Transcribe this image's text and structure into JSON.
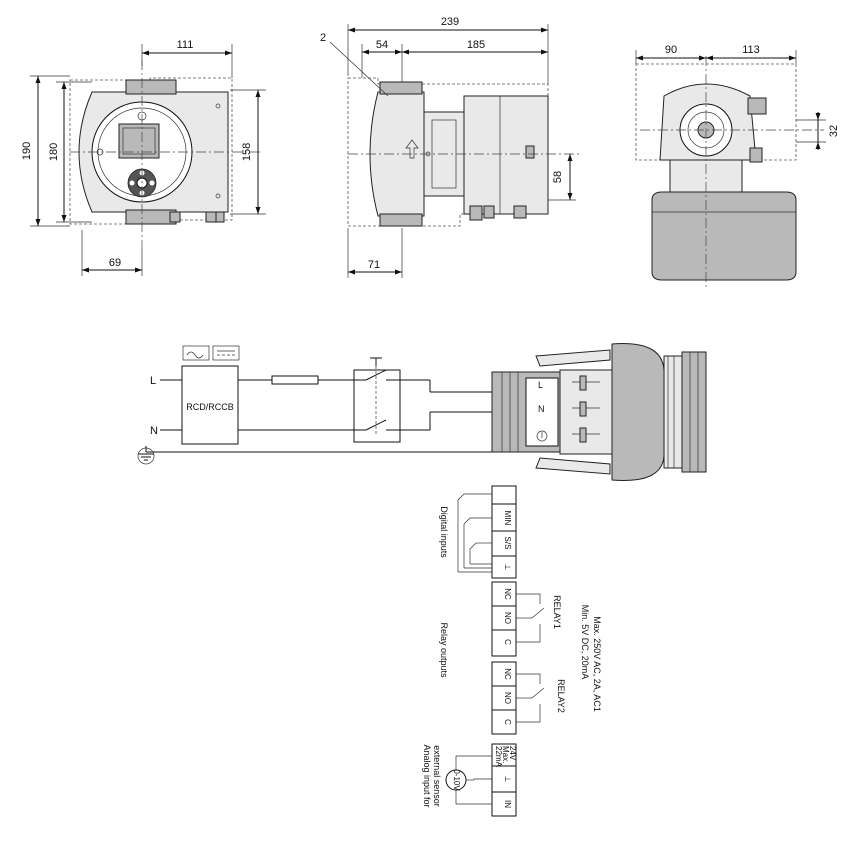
{
  "dimensions": {
    "front": {
      "top_width": "111",
      "height_total": "190",
      "height_inner": "180",
      "height_right": "158",
      "bottom_offset": "69"
    },
    "side": {
      "callout": "2",
      "total_length": "239",
      "flange_depth": "54",
      "body_length": "185",
      "shaft_height": "58",
      "bottom_offset": "71"
    },
    "rear": {
      "left_width": "90",
      "right_width": "113",
      "box_height": "32"
    }
  },
  "wiring": {
    "line_label": "L",
    "neutral_label": "N",
    "rcd_label": "RCD/RCCB",
    "connector_l": "L",
    "connector_n": "N"
  },
  "terminals": {
    "digital_inputs": {
      "caption": "Digital inputs",
      "pins": [
        "MIN",
        "S/S",
        "⊥"
      ]
    },
    "relay1": {
      "caption": "RELAY1",
      "pins": [
        "NC",
        "NO",
        "C"
      ]
    },
    "relay2": {
      "caption": "RELAY2",
      "pins": [
        "NC",
        "NO",
        "C"
      ]
    },
    "relay_caption": "Relay outputs",
    "relay_rating_1": "Max. 250V AC, 2A, AC1",
    "relay_rating_2": "Min. 5V DC, 20mA",
    "analog": {
      "caption_1": "Analog input for",
      "caption_2": "external sensor",
      "supply_1": "24V",
      "supply_2": "Max.",
      "supply_3": "22mA",
      "pin_gnd": "⊥",
      "pin_in": "IN",
      "sensor": "0-10V"
    }
  }
}
